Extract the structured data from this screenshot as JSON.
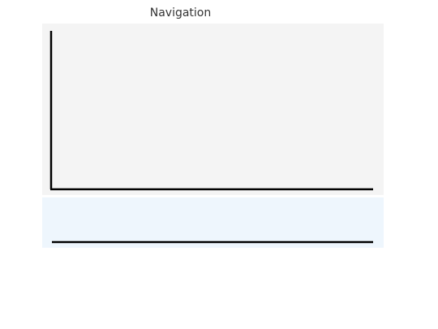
{
  "chart_data": {
    "type": "line",
    "title": "Navigation",
    "xlabel": "",
    "ylabel": "",
    "series": [],
    "grid": false,
    "legend": "none",
    "panels": [
      {
        "role": "main",
        "background": "#f4f4f4",
        "axes": [
          "x",
          "y"
        ]
      },
      {
        "role": "navigator",
        "background": "#eef6fd",
        "axes": [
          "x"
        ]
      }
    ]
  },
  "colors": {
    "axis": "#000000",
    "title": "#333333"
  }
}
